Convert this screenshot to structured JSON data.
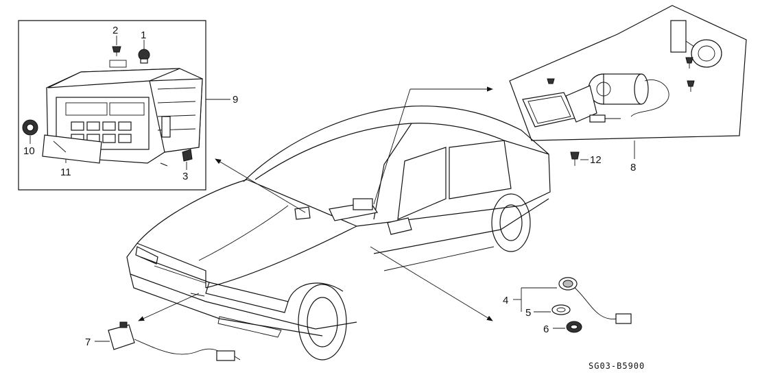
{
  "callouts": {
    "c1": "1",
    "c2": "2",
    "c3": "3",
    "c4": "4",
    "c5": "5",
    "c6": "6",
    "c7": "7",
    "c8": "8",
    "c9": "9",
    "c10": "10",
    "c11": "11",
    "c12": "12"
  },
  "diagram_code": "SG03-B5900"
}
